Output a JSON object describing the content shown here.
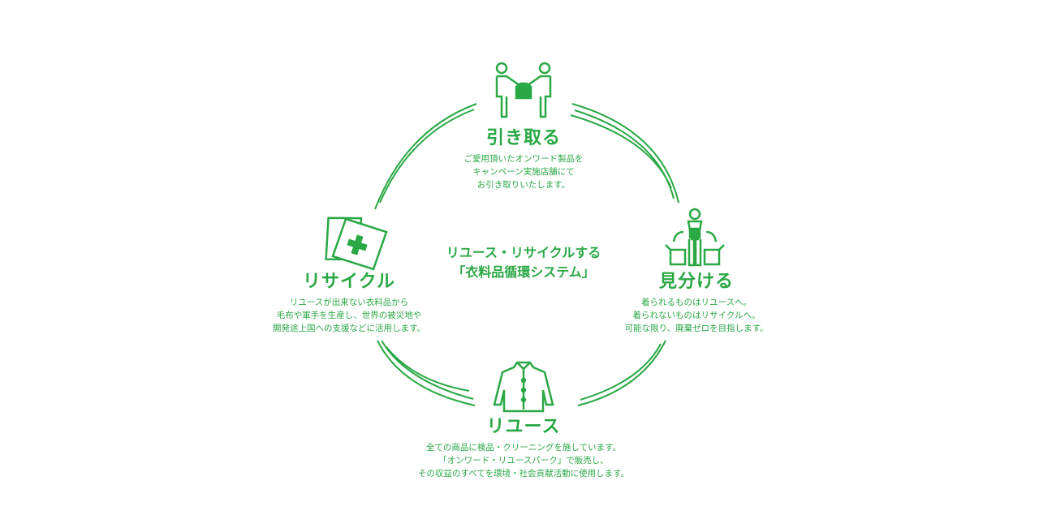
{
  "colors": {
    "accent": "#2aa845"
  },
  "center": {
    "line1": "リユース・リサイクルする",
    "line2": "「衣料品循環システム」"
  },
  "steps": [
    {
      "title": "引き取る",
      "icon": "handover-icon",
      "desc": [
        "ご愛用頂いたオンワード製品を",
        "キャンペーン実施店舗にて",
        "お引き取りいたします。"
      ]
    },
    {
      "title": "見分ける",
      "icon": "sorting-icon",
      "desc": [
        "着られるものはリユースへ。",
        "着られないものはリサイクルへ。",
        "可能な限り、廃棄ゼロを目指します。"
      ]
    },
    {
      "title": "リユース",
      "icon": "jacket-icon",
      "desc": [
        "全ての商品に検品・クリーニングを施しています。",
        "「オンワード・リユースパーク」で販売し、",
        "その収益のすべてを環境・社会貢献活動に使用します。"
      ]
    },
    {
      "title": "リサイクル",
      "icon": "recycle-cloth-icon",
      "desc": [
        "リユースが出来ない衣料品から",
        "毛布や軍手を生産し、世界の被災地や",
        "開発途上国への支援などに活用します。"
      ]
    }
  ]
}
